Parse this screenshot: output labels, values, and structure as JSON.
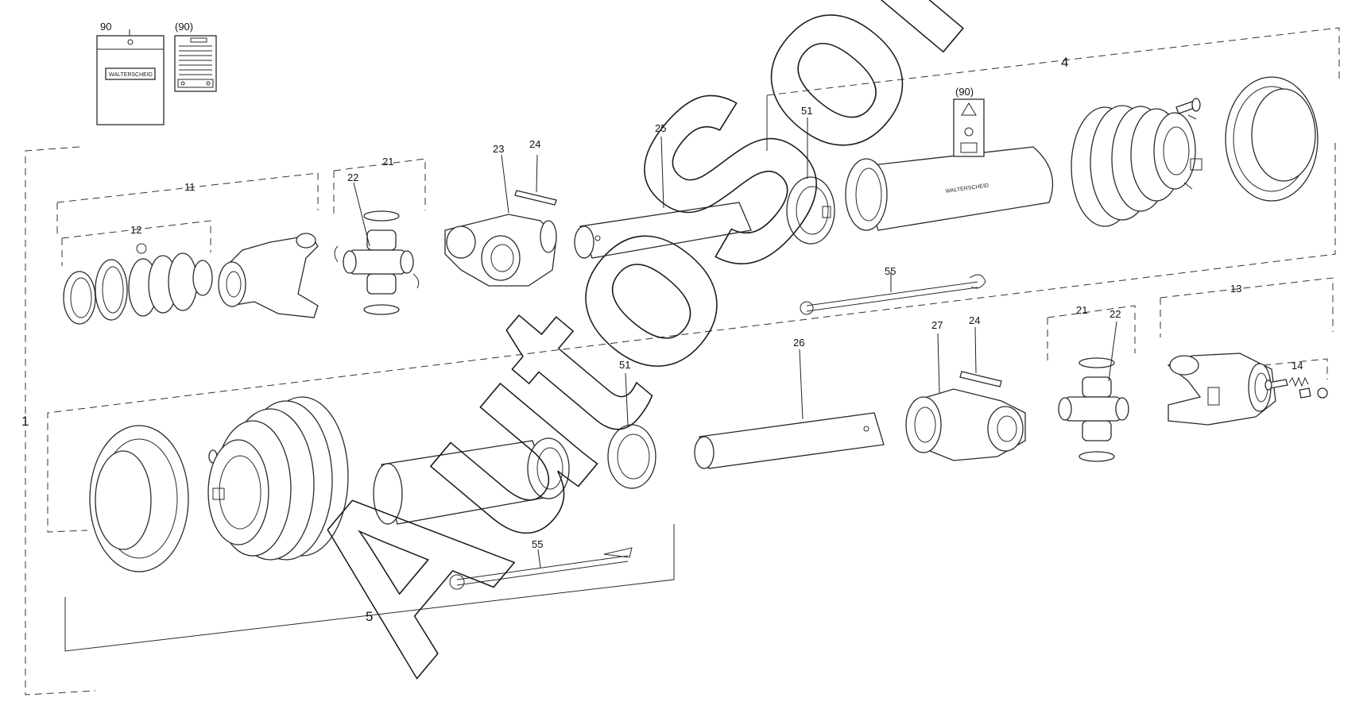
{
  "diagram": {
    "labels": {
      "l90": "90",
      "l90b": "(90)",
      "l90c": "(90)",
      "l1": "1",
      "l4": "4",
      "l5": "5",
      "l11": "11",
      "l12": "12",
      "l13": "13",
      "l14": "14",
      "l21a": "21",
      "l22a": "22",
      "l21b": "21",
      "l22b": "22",
      "l23": "23",
      "l24a": "24",
      "l24b": "24",
      "l25": "25",
      "l26": "26",
      "l27": "27",
      "l51a": "51",
      "l51b": "51",
      "l55a": "55",
      "l55b": "55"
    },
    "brand_label": "WALTERSCHEID",
    "brand_label_tube": "WALTERSCHEID",
    "watermark": "AutoSoft"
  }
}
